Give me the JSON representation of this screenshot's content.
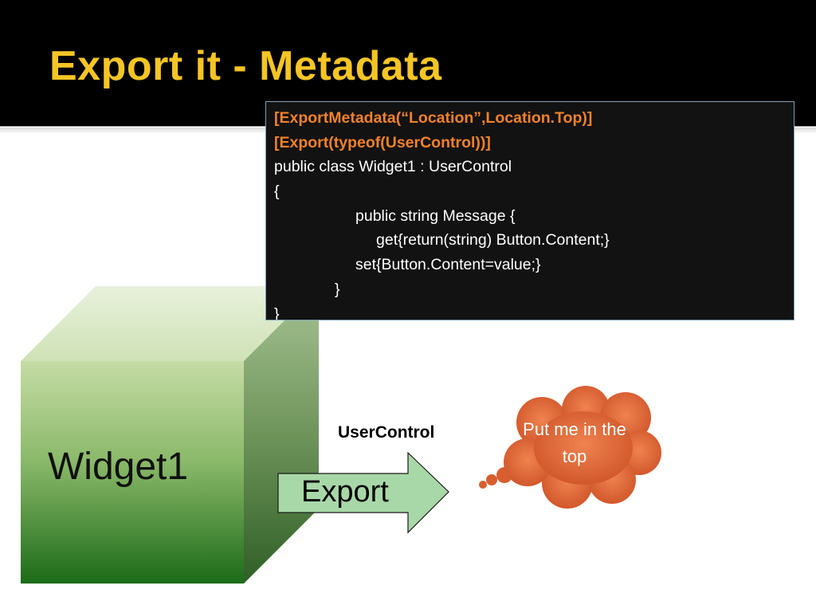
{
  "slide": {
    "title": "Export it - Metadata"
  },
  "code": {
    "lines": [
      "[ExportMetadata(“Location”,Location.Top)]",
      "[Export(typeof(UserControl))]",
      "public class Widget1 : UserControl",
      "{",
      "public string Message {",
      "get{return(string) Button.Content;}",
      "set{Button.Content=value;}",
      "}",
      "}"
    ]
  },
  "diagram": {
    "widget_label": "Widget1",
    "interface_label": "UserControl",
    "arrow_label": "Export",
    "callout_text": "Put me in the top"
  },
  "colors": {
    "title": "#f5c524",
    "code_attribute": "#f2812a",
    "cube_front_top": "#c2dba0",
    "cube_front_bottom": "#1f6e1a",
    "arrow_fill": "#a9d8a8",
    "callout_fill": "#e2683a"
  }
}
